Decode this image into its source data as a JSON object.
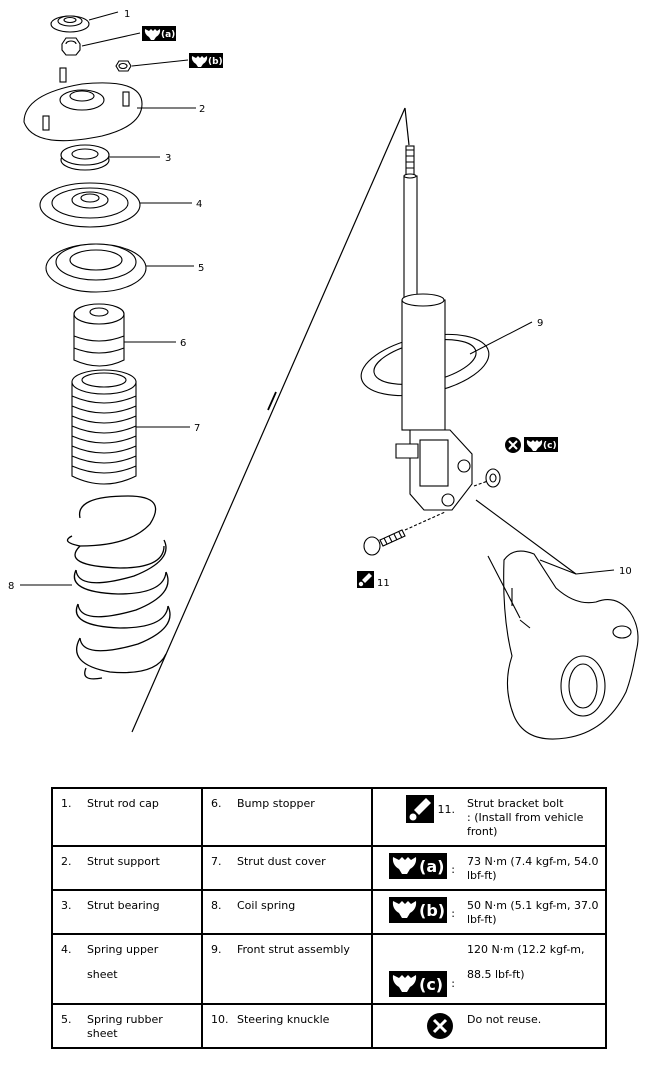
{
  "callouts": [
    "1",
    "2",
    "3",
    "4",
    "5",
    "6",
    "7",
    "8",
    "9",
    "10",
    "11"
  ],
  "tags": {
    "a": "(a)",
    "b": "(b)",
    "c": "(c)"
  },
  "icons": {
    "torque": "torque-wrench-icon",
    "noreuse": "do-not-reuse-icon",
    "grease": "grease-apply-icon"
  },
  "legend": {
    "rows": [
      {
        "n1": "1.",
        "t1": "Strut rod cap",
        "n2": "6.",
        "t2": "Bump stopper",
        "sym_label": "11.",
        "d1": "Strut bracket bolt",
        "d2": ": (Install from vehicle front)"
      },
      {
        "n1": "2.",
        "t1": "Strut support",
        "n2": "7.",
        "t2": "Strut dust cover",
        "sym_label": "(a)",
        "d1": "73 N·m (7.4 kgf-m, 54.0 lbf-ft)"
      },
      {
        "n1": "3.",
        "t1": "Strut bearing",
        "n2": "8.",
        "t2": "Coil spring",
        "sym_label": "(b)",
        "d1": "50 N·m (5.1 kgf-m, 37.0 lbf-ft)"
      },
      {
        "n1": "4.",
        "t1a": "Spring upper",
        "t1b": "sheet",
        "n2": "9.",
        "t2": "Front strut assembly",
        "sym_label": "(c)",
        "d1": "120 N·m (12.2 kgf-m,",
        "d2": "88.5 lbf-ft)"
      },
      {
        "n1": "5.",
        "t1": "Spring rubber sheet",
        "n2": "10.",
        "t2": "Steering knuckle",
        "d1": "Do not reuse."
      }
    ]
  }
}
